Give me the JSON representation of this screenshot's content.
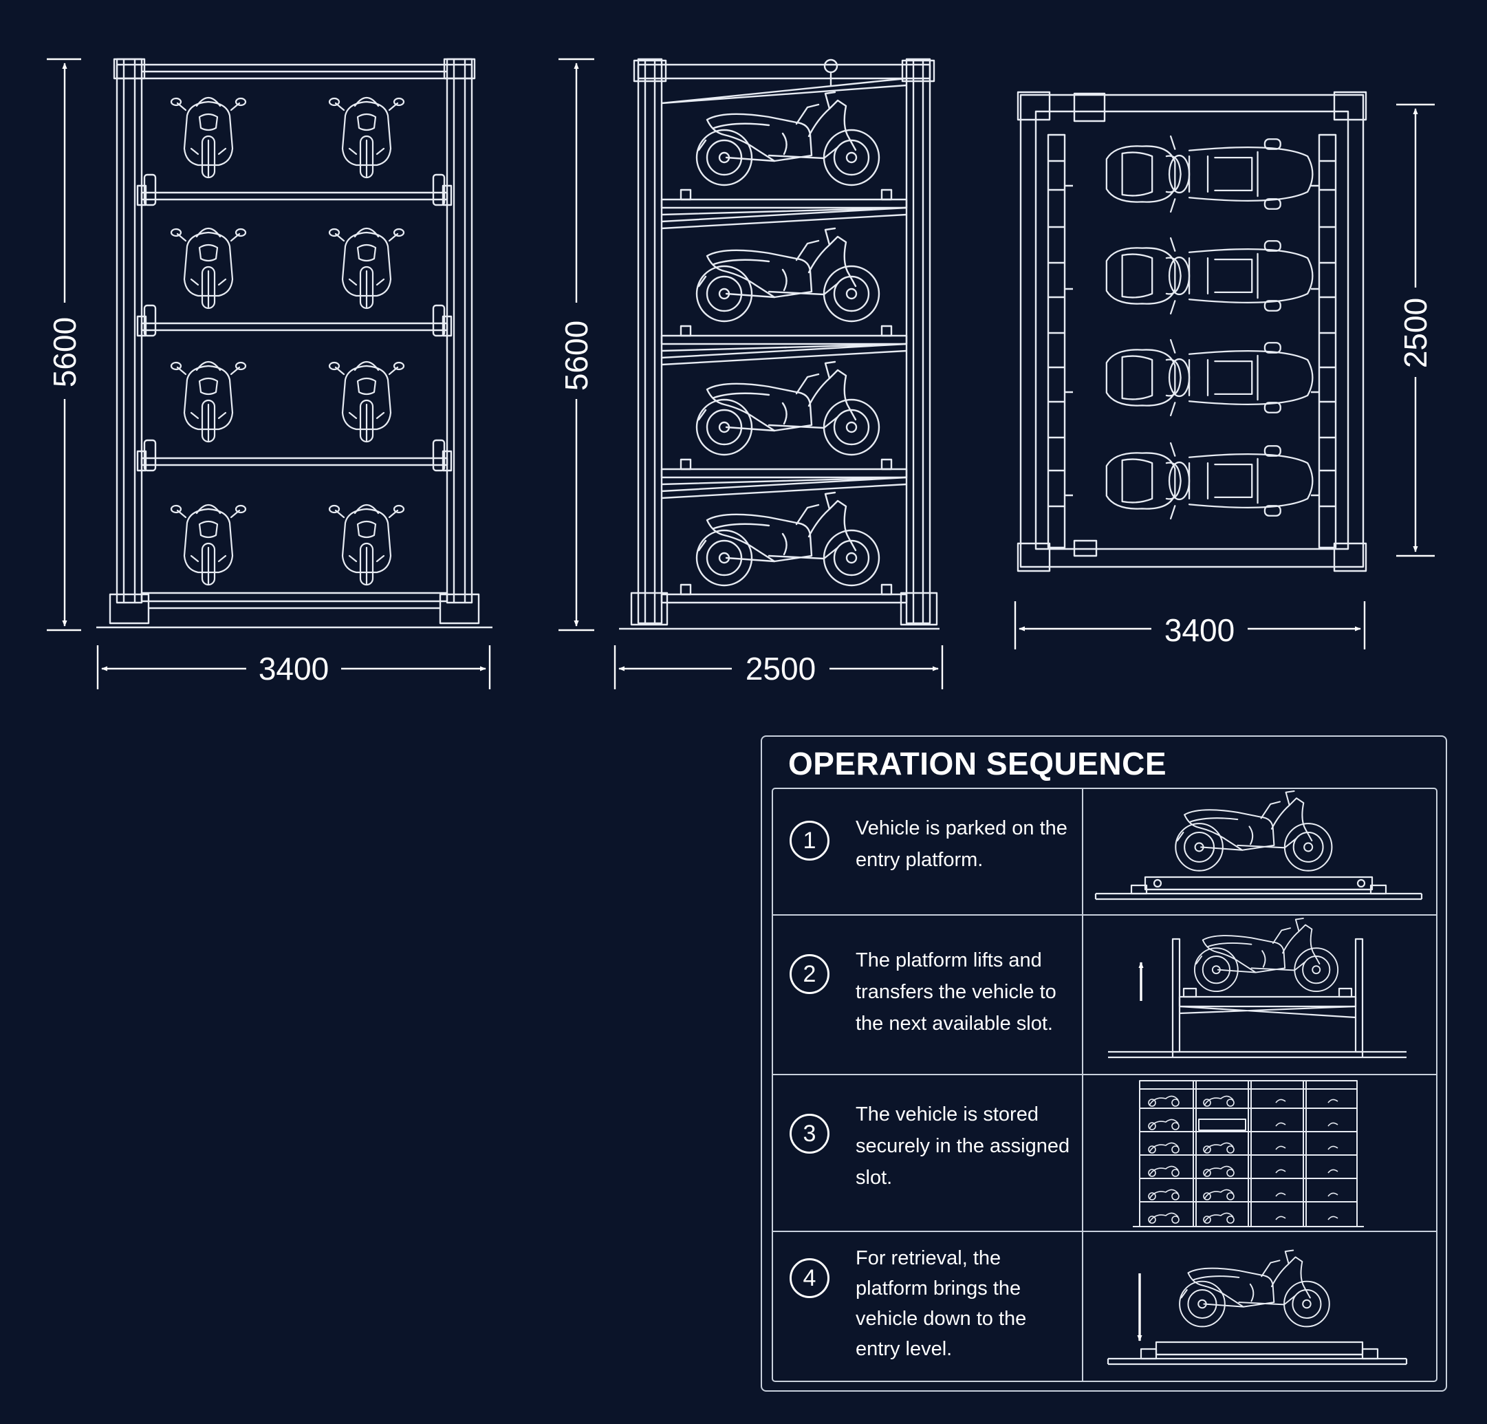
{
  "front_view": {
    "height_dimension": "5600",
    "width_dimension": "3400"
  },
  "side_view": {
    "height_dimension": "5600",
    "width_dimension": "2500"
  },
  "top_view": {
    "depth_dimension": "2500",
    "width_dimension": "3400"
  },
  "operation_sequence": {
    "title": "OPERATION SEQUENCE",
    "steps": [
      {
        "number": "1",
        "text": "Vehicle is parked on the entry platform."
      },
      {
        "number": "2",
        "text": "The platform lifts and transfers the vehicle to the next available slot."
      },
      {
        "number": "3",
        "text": "The vehicle is stored securely in the assigned slot."
      },
      {
        "number": "4",
        "text": "For retrieval, the platform brings the vehicle down to the entry level."
      }
    ]
  },
  "colors": {
    "background": "#0b1429",
    "linework": "#e8ecf3"
  }
}
